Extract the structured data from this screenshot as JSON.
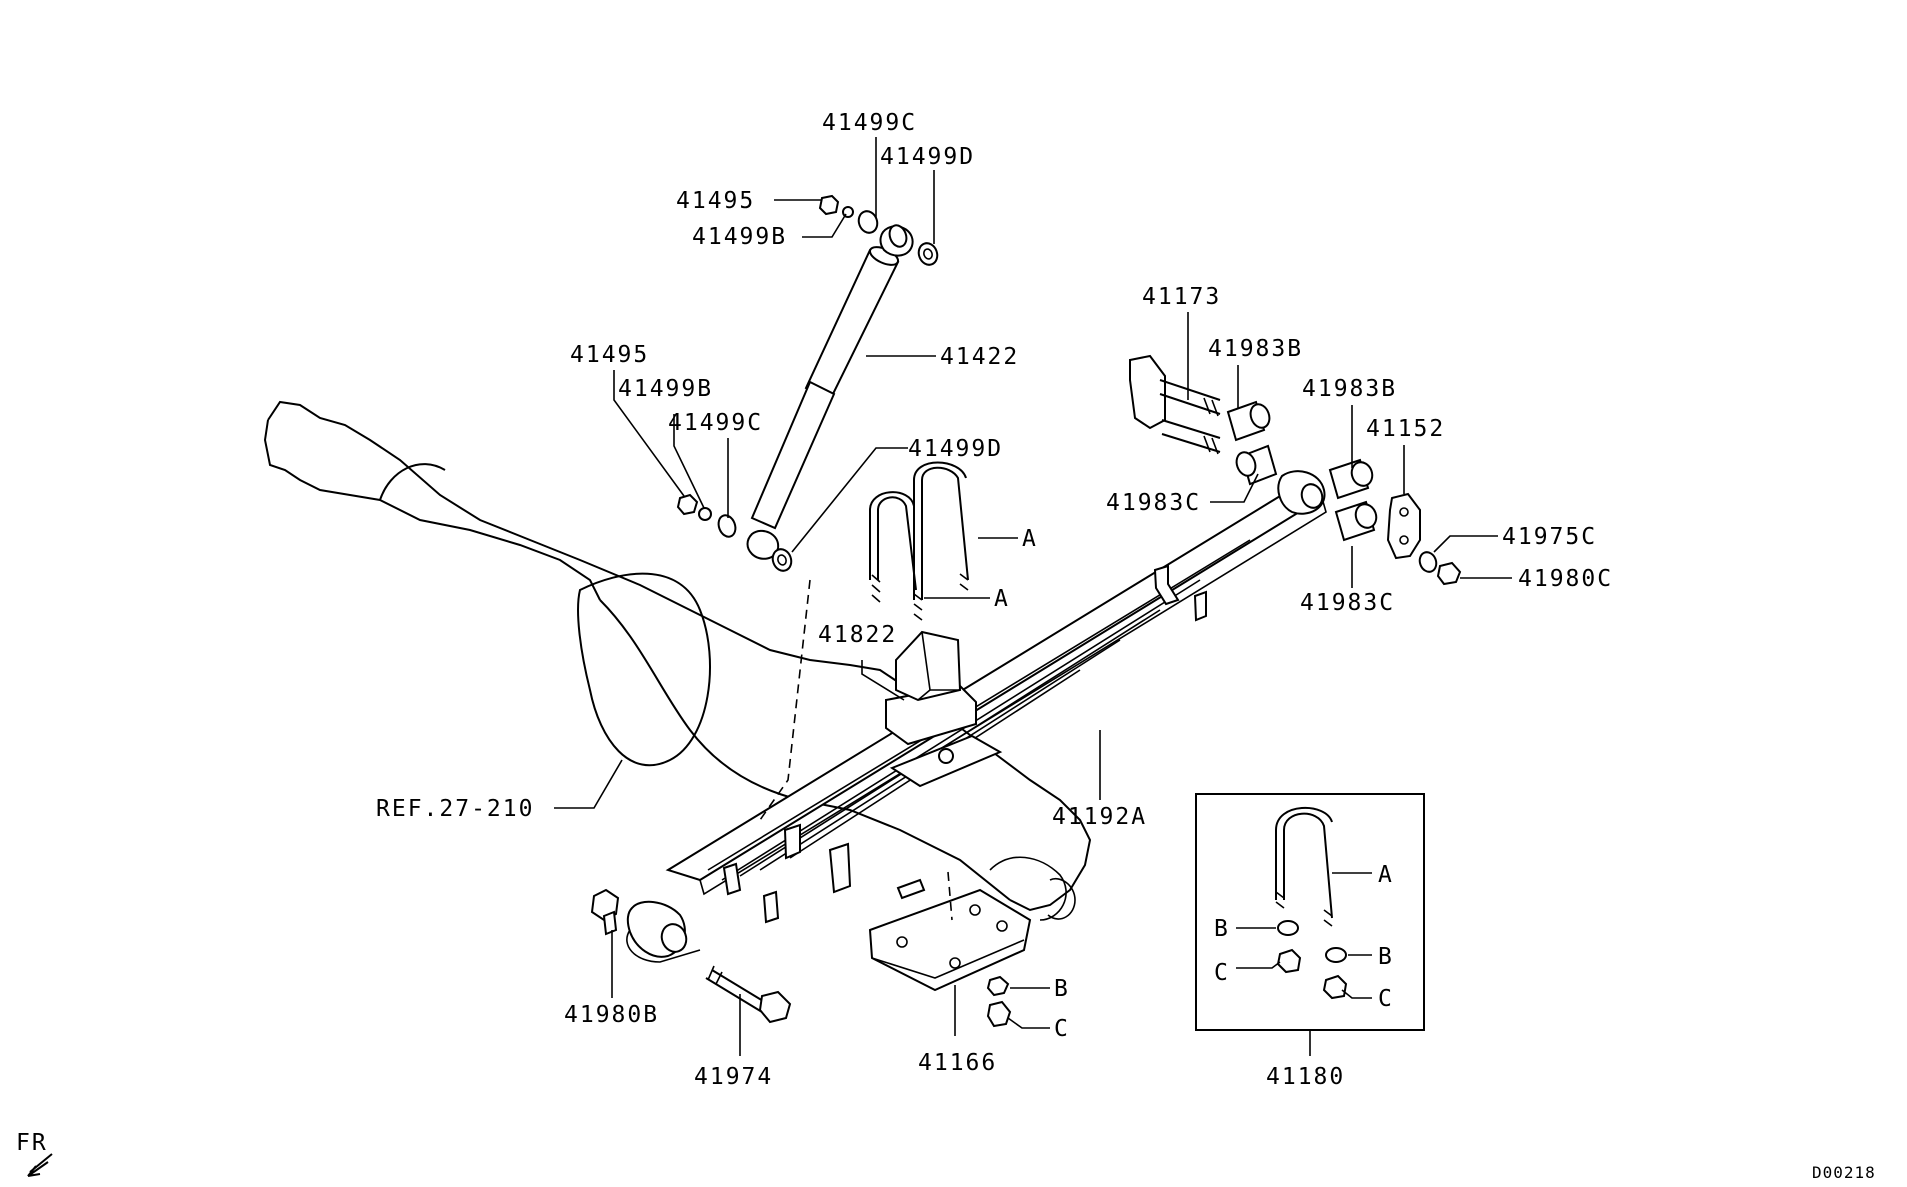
{
  "labels": {
    "l41499c_top": "41499C",
    "l41499d_top": "41499D",
    "l41495_top": "41495",
    "l41499b_top": "41499B",
    "l41422": "41422",
    "l41495_mid": "41495",
    "l41499b_mid": "41499B",
    "l41499c_mid": "41499C",
    "l41499d_mid": "41499D",
    "l41173": "41173",
    "l41983b_a": "41983B",
    "l41983b_b": "41983B",
    "l41152": "41152",
    "l41983c_a": "41983C",
    "l41975c": "41975C",
    "l41980c": "41980C",
    "l41983c_b": "41983C",
    "ubolt_a1": "A",
    "ubolt_a2": "A",
    "l41822": "41822",
    "l41192a": "41192A",
    "ref": "REF.27-210",
    "l41980b": "41980B",
    "l41974": "41974",
    "l41166": "41166",
    "plate_b": "B",
    "plate_c": "C",
    "l41180": "41180",
    "box_a": "A",
    "box_b1": "B",
    "box_b2": "B",
    "box_c1": "C",
    "box_c2": "C",
    "fr": "FR",
    "code": "D00218"
  }
}
